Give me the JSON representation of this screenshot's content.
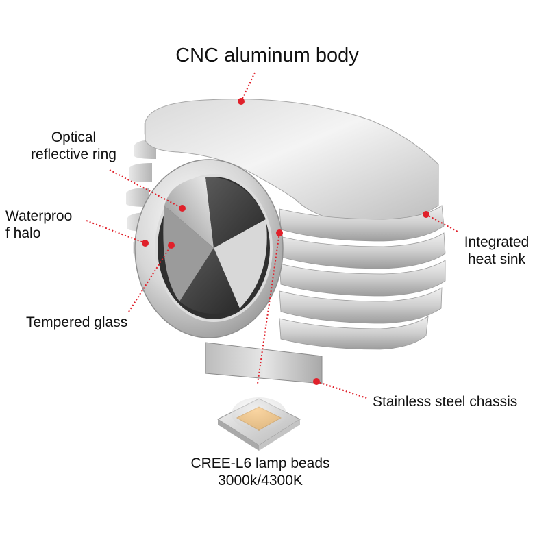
{
  "labels": {
    "cnc_body": "CNC aluminum body",
    "optical_ring_1": "Optical",
    "optical_ring_2": "reflective ring",
    "waterproof_1": "Waterproo",
    "waterproof_2": "f halo",
    "tempered_glass": "Tempered glass",
    "heat_sink_1": "Integrated",
    "heat_sink_2": "heat sink",
    "chassis": "Stainless steel chassis",
    "lamp_beads_1": "CREE-L6 lamp beads",
    "lamp_beads_2": "3000k/4300K"
  },
  "colors": {
    "callout": "#e0202a",
    "led_chip": "#f3a63a"
  }
}
